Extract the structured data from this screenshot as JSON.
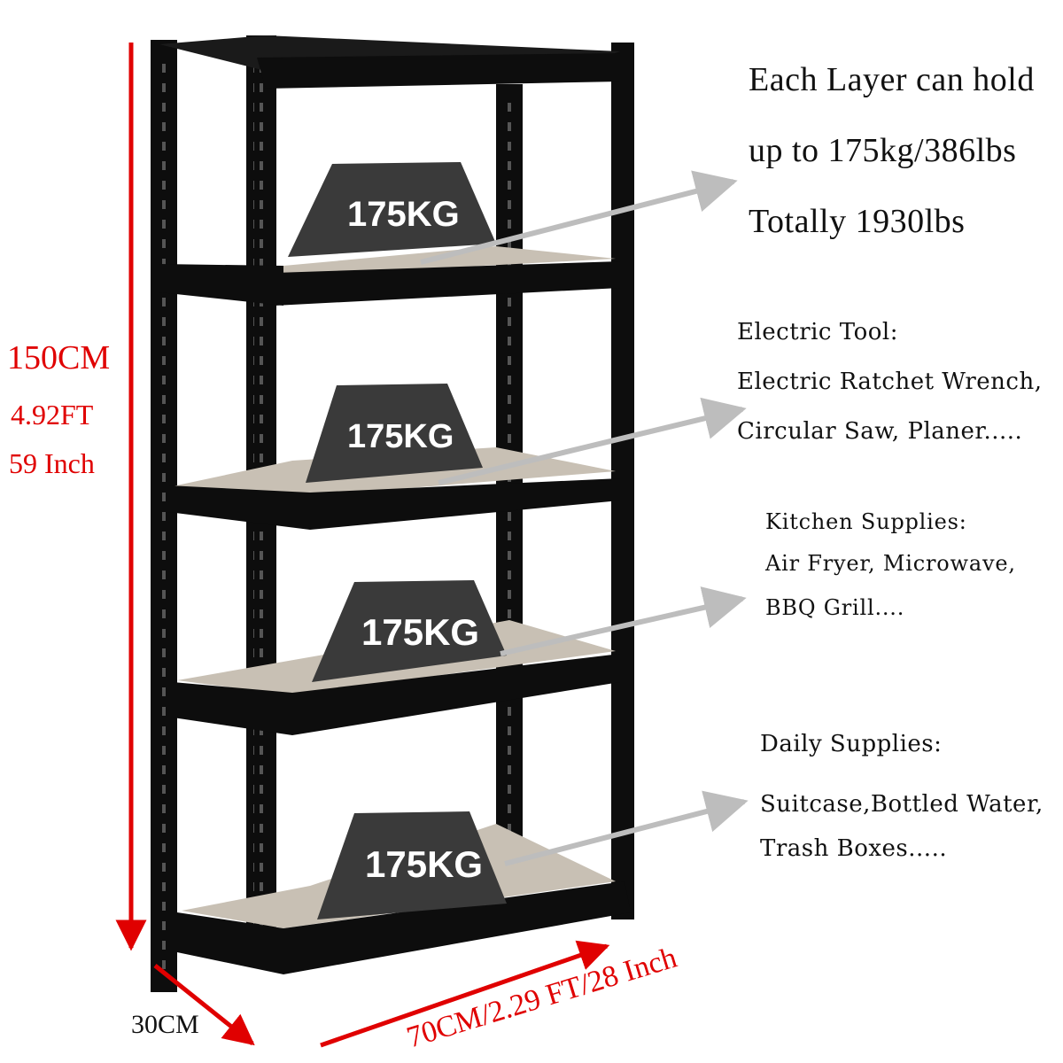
{
  "load_info": {
    "line1": "Each Layer can hold",
    "line2": "up to 175kg/386lbs",
    "line3": "Totally 1930lbs"
  },
  "weight_label": "175KG",
  "dimensions": {
    "height_cm": "150CM",
    "height_ft": "4.92FT",
    "height_in": "59 Inch",
    "depth": "30CM",
    "width": "70CM/2.29 FT/28 Inch"
  },
  "categories": [
    {
      "title": "Electric Tool:",
      "line1": "Electric Ratchet Wrench,",
      "line2": "Circular Saw, Planer....."
    },
    {
      "title": "Kitchen Supplies:",
      "line1": "Air Fryer, Microwave,",
      "line2": "BBQ Grill...."
    },
    {
      "title": "Daily Supplies:",
      "line1": "Suitcase,Bottled Water,",
      "line2": "Trash Boxes....."
    }
  ],
  "colors": {
    "frame": "#0d0d0d",
    "board": "#c8c0b4",
    "weight": "#3a3a3a",
    "arrow_grey": "#bdbdbd",
    "dimension_red": "#e00000"
  }
}
